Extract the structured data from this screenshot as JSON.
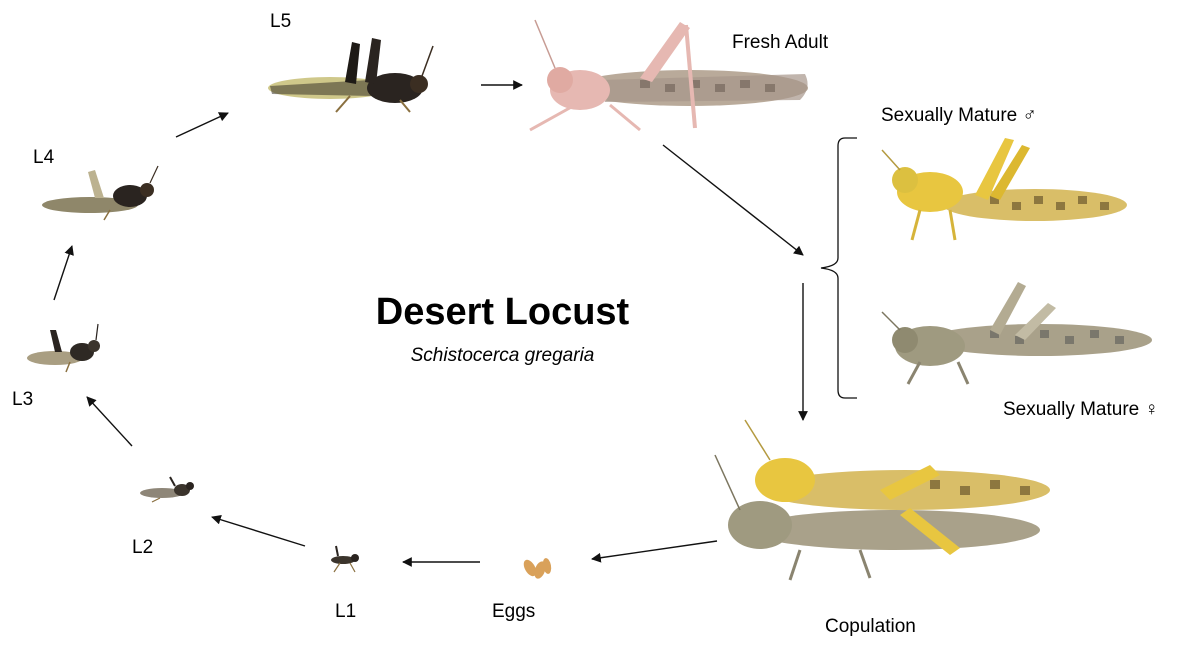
{
  "title": "Desert Locust",
  "subtitle": "Schistocerca gregaria",
  "stages": {
    "l5": "L5",
    "fresh_adult": "Fresh Adult",
    "mature_male": "Sexually Mature ♂",
    "mature_female": "Sexually Mature ♀",
    "copulation": "Copulation",
    "eggs": "Eggs",
    "l1": "L1",
    "l2": "L2",
    "l3": "L3",
    "l4": "L4"
  },
  "colors": {
    "nymph_dark": "#2a2420",
    "nymph_stripe": "#d9d2a0",
    "fresh_adult_pink": "#e6b8b2",
    "fresh_adult_wing": "#b9aa9a",
    "mature_male_yellow": "#e8c640",
    "mature_female_grey": "#a9a18a",
    "egg_orange": "#d9a15a",
    "arrow": "#111111"
  }
}
